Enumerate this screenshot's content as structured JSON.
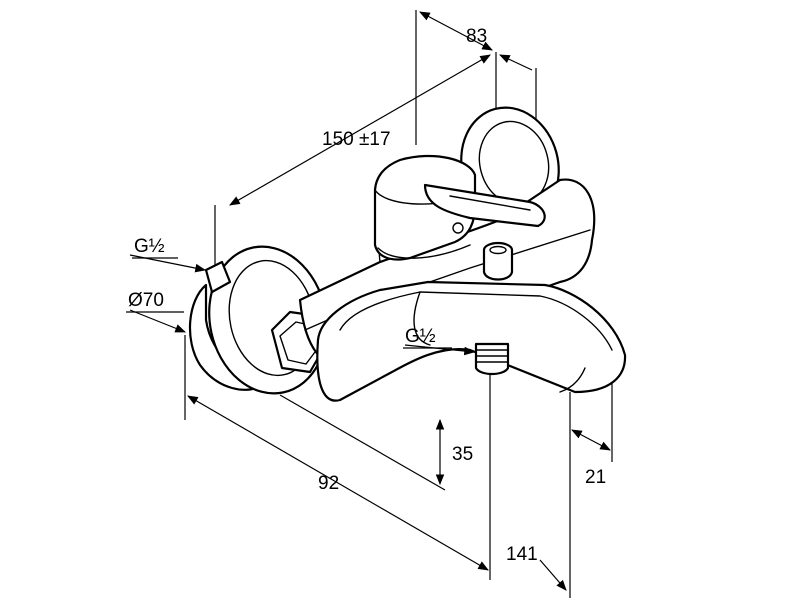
{
  "dimensions": {
    "width_83": "83",
    "length_150": "150 ±17",
    "thread_left": "G½",
    "diameter_70": "Ø70",
    "thread_bottom": "G½",
    "height_35": "35",
    "depth_92": "92",
    "depth_141": "141",
    "spout_21": "21"
  },
  "colors": {
    "line": "#000000",
    "background": "#ffffff"
  }
}
